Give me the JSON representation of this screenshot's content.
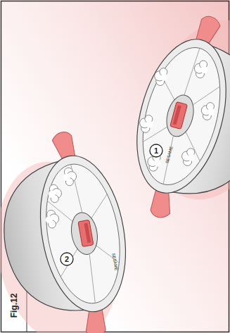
{
  "diagram": {
    "labels": [
      "Fig.12",
      "1",
      "SESAME",
      "2",
      "SESAME"
    ]
  }
}
